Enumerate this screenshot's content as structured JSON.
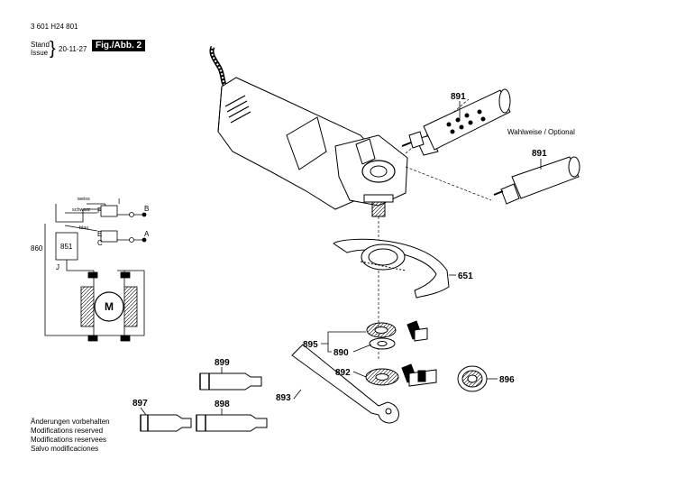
{
  "header": {
    "part_number": "3 601 H24 801",
    "stand_label": "Stand",
    "issue_label": "Issue",
    "date": "20-11-27",
    "figure_label": "Fig./Abb. 2"
  },
  "notes": {
    "optional": "Wahlweise / Optional",
    "changes": [
      "Änderungen vorbehalten",
      "Modifications reserved",
      "Modifications reservees",
      "Salvo modificaciones"
    ]
  },
  "wiring": {
    "wire_weiss": "weiss",
    "wire_schwarz": "schwarz",
    "wire_blau": "blau",
    "terminal_I": "I",
    "terminal_F": "F",
    "terminal_E": "E",
    "terminal_C": "C",
    "terminal_B": "B",
    "terminal_A": "A",
    "terminal_J": "J",
    "ref_860": "860",
    "ref_851": "851",
    "motor": "M"
  },
  "parts": {
    "p891_handle": "891",
    "p891_optional": "891",
    "p651": "651",
    "p895": "895",
    "p890": "890",
    "p892": "892",
    "p896": "896",
    "p893": "893",
    "p899": "899",
    "p897": "897",
    "p898": "898"
  }
}
